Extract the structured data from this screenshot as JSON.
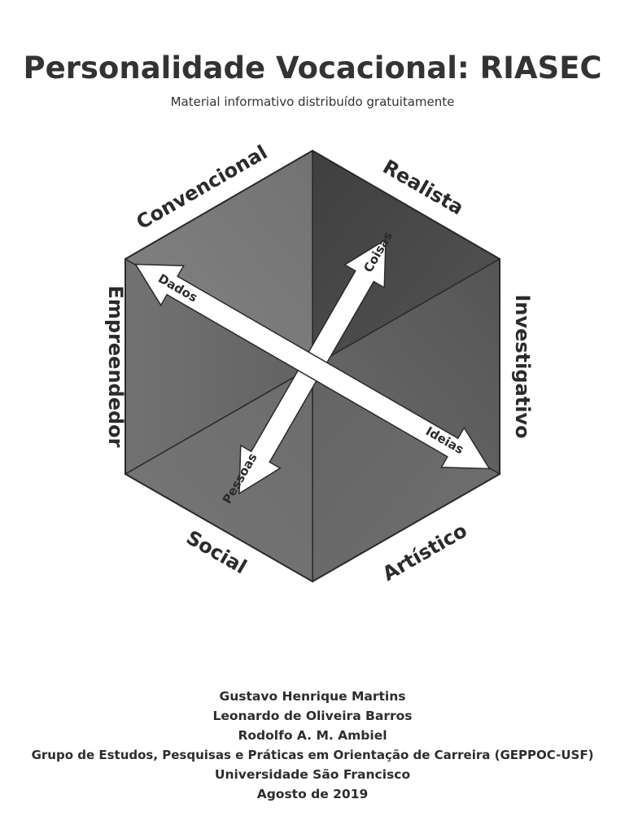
{
  "header": {
    "title": "Personalidade Vocacional: RIASEC",
    "subtitle": "Material informativo distribuído gratuitamente"
  },
  "diagram": {
    "types": {
      "realista": "Realista",
      "investigativo": "Investigativo",
      "artistico": "Artístico",
      "social": "Social",
      "empreendedor": "Empreendedor",
      "convencional": "Convencional"
    },
    "arrows": {
      "coisas": "Coisas",
      "pessoas": "Pessoas",
      "dados": "Dados",
      "ideias": "Ideias"
    },
    "colors": {
      "realista": "#4a4a4a",
      "investigativo": "#5e5e5e",
      "artistico": "#6e6e6e",
      "social": "#747474",
      "empreendedor": "#6a6a6a",
      "convencional": "#7c7c7c",
      "arrow_fill": "#ffffff",
      "outline": "#2a2a2a"
    }
  },
  "footer": {
    "authors": [
      "Gustavo Henrique Martins",
      "Leonardo de Oliveira Barros",
      "Rodolfo A. M. Ambiel"
    ],
    "group": "Grupo de Estudos, Pesquisas e Práticas em Orientação de Carreira (GEPPOC-USF)",
    "university": "Universidade São Francisco",
    "date": "Agosto de 2019"
  }
}
